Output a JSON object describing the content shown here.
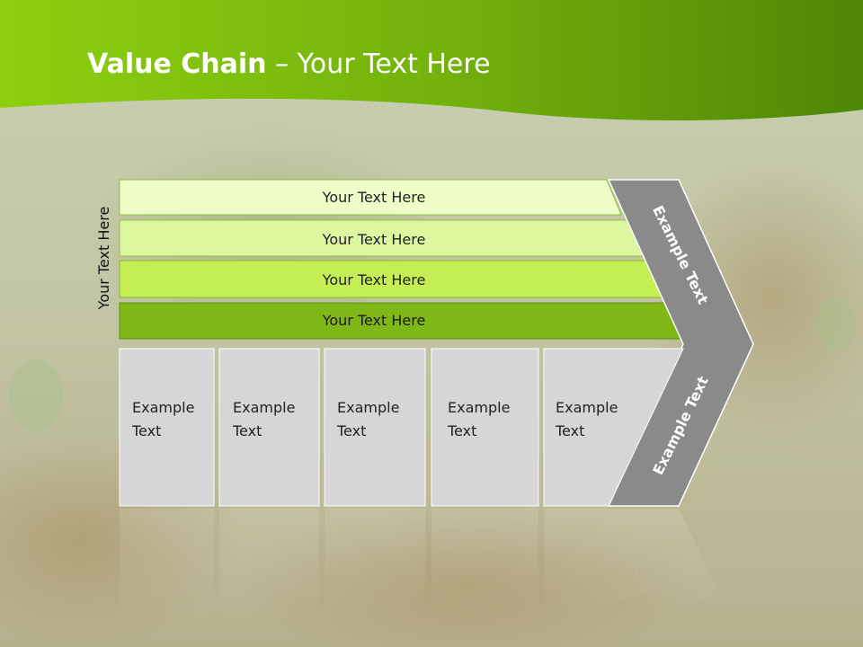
{
  "slide": {
    "title_bold": "Value Chain",
    "title_rest": " – Your Text Here",
    "side_label": "Your Text Here",
    "bars": [
      {
        "label": "Your Text Here",
        "fill": "#eefcc8"
      },
      {
        "label": "Your Text Here",
        "fill": "#dcf7a0"
      },
      {
        "label": "Your Text Here",
        "fill": "#c3ef55"
      },
      {
        "label": "Your Text Here",
        "fill": "#7fb716"
      }
    ],
    "boxes": [
      {
        "line1": "Example",
        "line2": "Text"
      },
      {
        "line1": "Example",
        "line2": "Text"
      },
      {
        "line1": "Example",
        "line2": "Text"
      },
      {
        "line1": "Example",
        "line2": "Text"
      },
      {
        "line1": "Example",
        "line2": "Text"
      }
    ],
    "arrow_top": "Example Text",
    "arrow_bottom": "Example Text",
    "colors": {
      "header_green": "#7cc00b",
      "dark_green": "#5e9a00",
      "box_gray": "#d6d6d6",
      "arrow_gray": "#8a8a8a"
    }
  }
}
